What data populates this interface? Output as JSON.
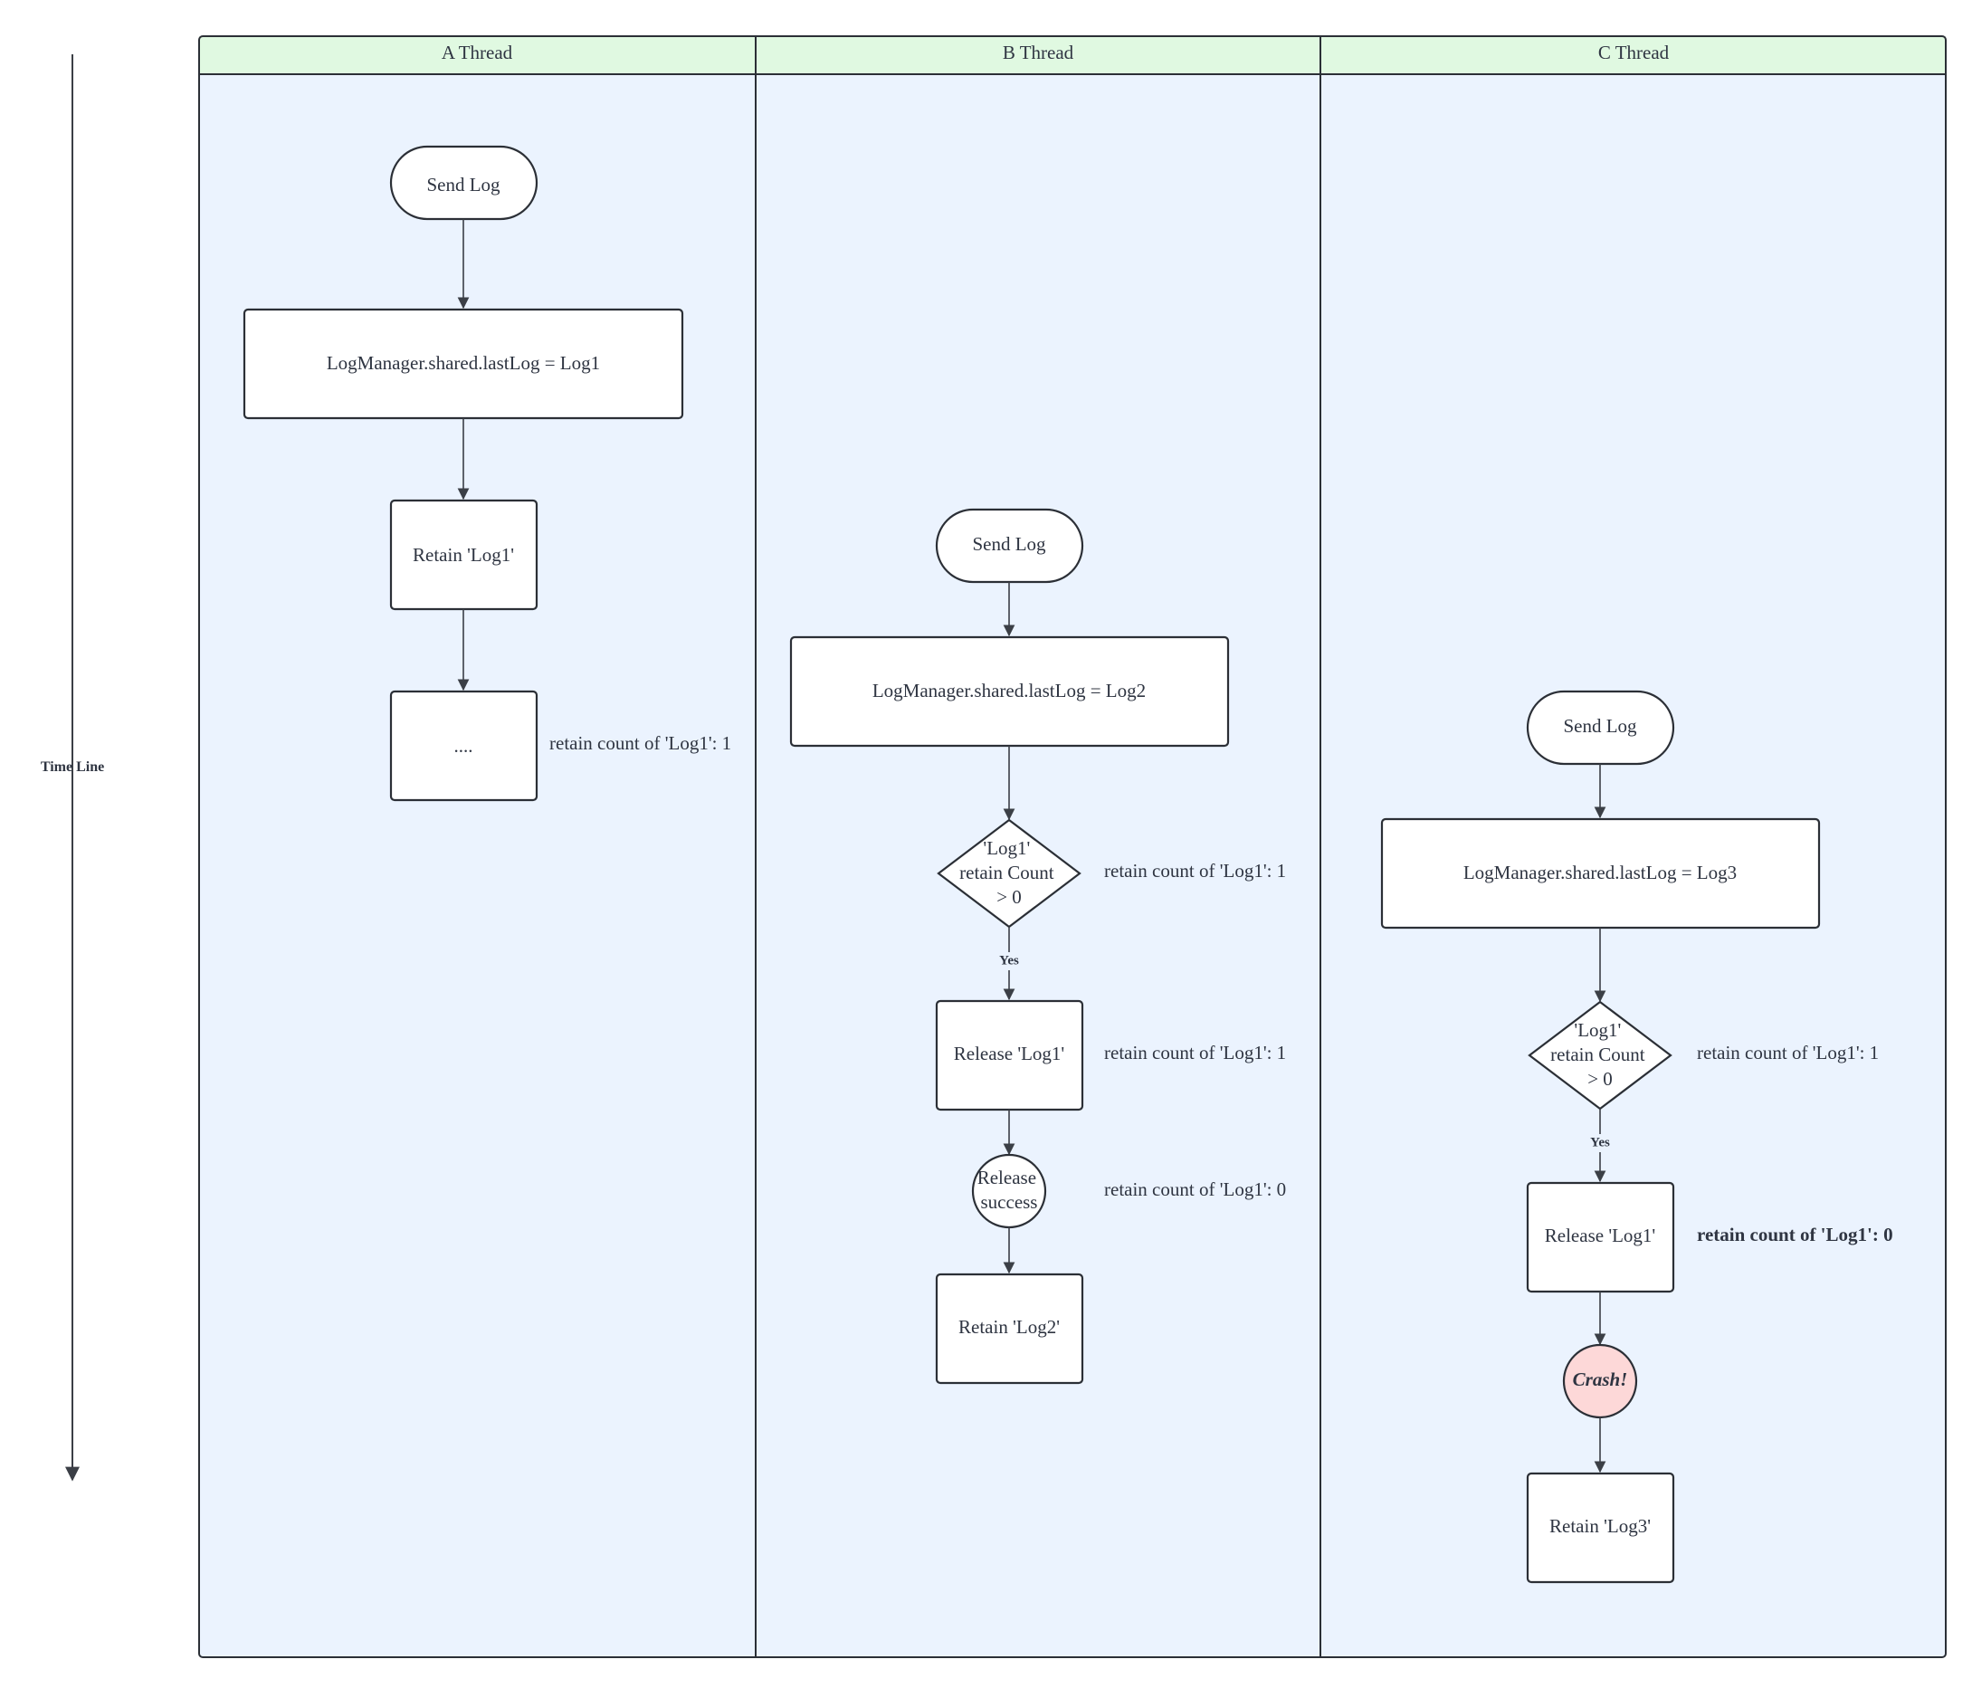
{
  "timeline": {
    "label": "Time Line"
  },
  "lanes": [
    {
      "title": "A Thread",
      "nodes": {
        "start": "Send Log",
        "assign": "LogManager.shared.lastLog = Log1",
        "retain": "Retain 'Log1'",
        "ellipsis": "...."
      },
      "notes": {
        "ellipsis": "retain count of 'Log1': 1"
      }
    },
    {
      "title": "B Thread",
      "nodes": {
        "start": "Send Log",
        "assign": "LogManager.shared.lastLog = Log2",
        "decision": [
          "'Log1'",
          "retain Count",
          "> 0"
        ],
        "yes": "Yes",
        "release": "Release 'Log1'",
        "success": [
          "Release",
          "success"
        ],
        "retain": "Retain 'Log2'"
      },
      "notes": {
        "decision": "retain count of 'Log1': 1",
        "release": "retain count of 'Log1': 1",
        "success": "retain count of 'Log1': 0"
      }
    },
    {
      "title": "C Thread",
      "nodes": {
        "start": "Send Log",
        "assign": "LogManager.shared.lastLog = Log3",
        "decision": [
          "'Log1'",
          "retain Count",
          "> 0"
        ],
        "yes": "Yes",
        "release": "Release 'Log1'",
        "crash": "Crash!",
        "retain": "Retain 'Log3'"
      },
      "notes": {
        "decision": "retain count of 'Log1': 1",
        "release": "retain count of 'Log1': 0"
      }
    }
  ],
  "colors": {
    "lane_background": "#ebf3fe",
    "header_background": "#e0f9e1",
    "crash_fill": "#fdd8d8",
    "stroke": "#2b2f36"
  }
}
